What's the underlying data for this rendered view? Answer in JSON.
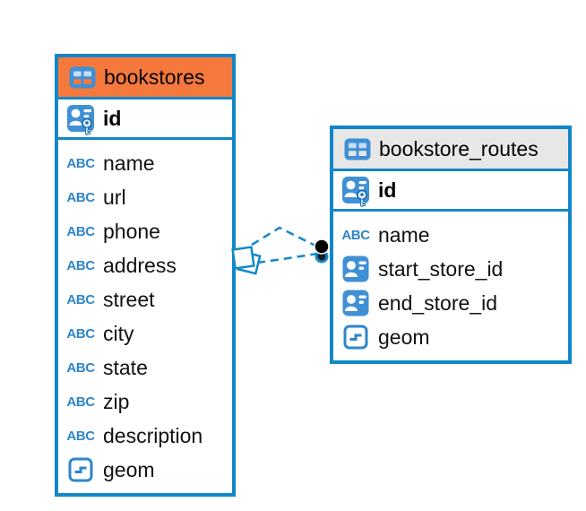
{
  "diagram": {
    "tables": [
      {
        "name": "bookstores",
        "header_color": "#F5793C",
        "key_columns": [
          {
            "name": "id",
            "icon": "primary-key-icon"
          }
        ],
        "columns": [
          {
            "name": "name",
            "icon": "text-icon"
          },
          {
            "name": "url",
            "icon": "text-icon"
          },
          {
            "name": "phone",
            "icon": "text-icon"
          },
          {
            "name": "address",
            "icon": "text-icon"
          },
          {
            "name": "street",
            "icon": "text-icon"
          },
          {
            "name": "city",
            "icon": "text-icon"
          },
          {
            "name": "state",
            "icon": "text-icon"
          },
          {
            "name": "zip",
            "icon": "text-icon"
          },
          {
            "name": "description",
            "icon": "text-icon"
          },
          {
            "name": "geom",
            "icon": "geometry-icon"
          }
        ]
      },
      {
        "name": "bookstore_routes",
        "header_color": "#E7E7E7",
        "key_columns": [
          {
            "name": "id",
            "icon": "primary-key-icon"
          }
        ],
        "columns": [
          {
            "name": "name",
            "icon": "text-icon"
          },
          {
            "name": "start_store_id",
            "icon": "foreign-key-icon"
          },
          {
            "name": "end_store_id",
            "icon": "foreign-key-icon"
          },
          {
            "name": "geom",
            "icon": "geometry-icon"
          }
        ]
      }
    ],
    "relations": [
      {
        "from_table": "bookstore_routes",
        "from_column": "start_store_id",
        "to_table": "bookstores",
        "to_column": "id",
        "line_style": "dashed"
      },
      {
        "from_table": "bookstore_routes",
        "from_column": "end_store_id",
        "to_table": "bookstores",
        "to_column": "id",
        "line_style": "dashed"
      }
    ],
    "colors": {
      "accent": "#1287C8",
      "icon_blue": "#3F90D5",
      "icon_text_blue": "#2E86C9",
      "bookstores_header": "#F5793C",
      "bookstore_routes_header": "#E7E7E7",
      "background": "#FFFFFF",
      "text": "#111111"
    }
  }
}
